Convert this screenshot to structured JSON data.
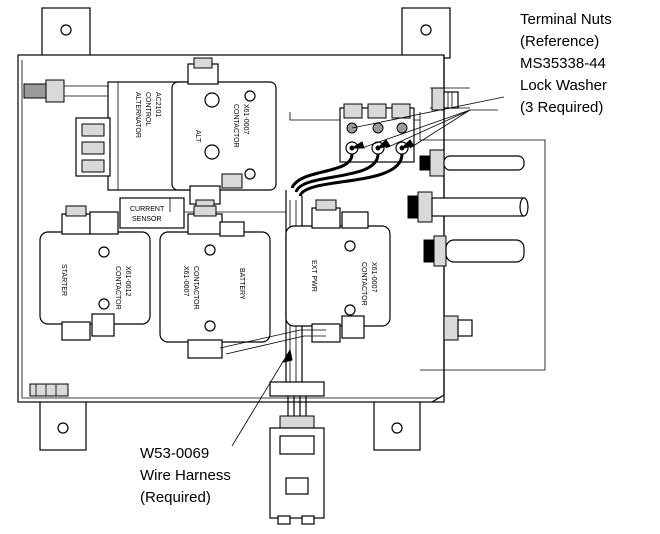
{
  "callouts": {
    "top_right": [
      "Terminal Nuts",
      "(Reference)",
      "MS35338-44",
      "Lock Washer",
      "(3 Required)"
    ],
    "bottom": [
      "W53-0069",
      "Wire Harness",
      "(Required)"
    ]
  },
  "components": {
    "alternator_control": [
      "ALTERNATOR",
      "CONTROL",
      "AC2101"
    ],
    "alt_contactor": {
      "name": "ALT",
      "type": "CONTACTOR",
      "part": "X61-0007"
    },
    "current_sensor": [
      "CURRENT",
      "SENSOR"
    ],
    "starter_contactor": {
      "name": "STARTER",
      "type": "CONTACTOR",
      "part": "X61-0012"
    },
    "battery_contactor": {
      "name": "BATTERY",
      "type": "CONTACTOR",
      "part": "X61-0007"
    },
    "ext_pwr_contactor": {
      "name": "EXT PWR",
      "type": "CONTACTOR",
      "part": "X61-0007"
    }
  }
}
